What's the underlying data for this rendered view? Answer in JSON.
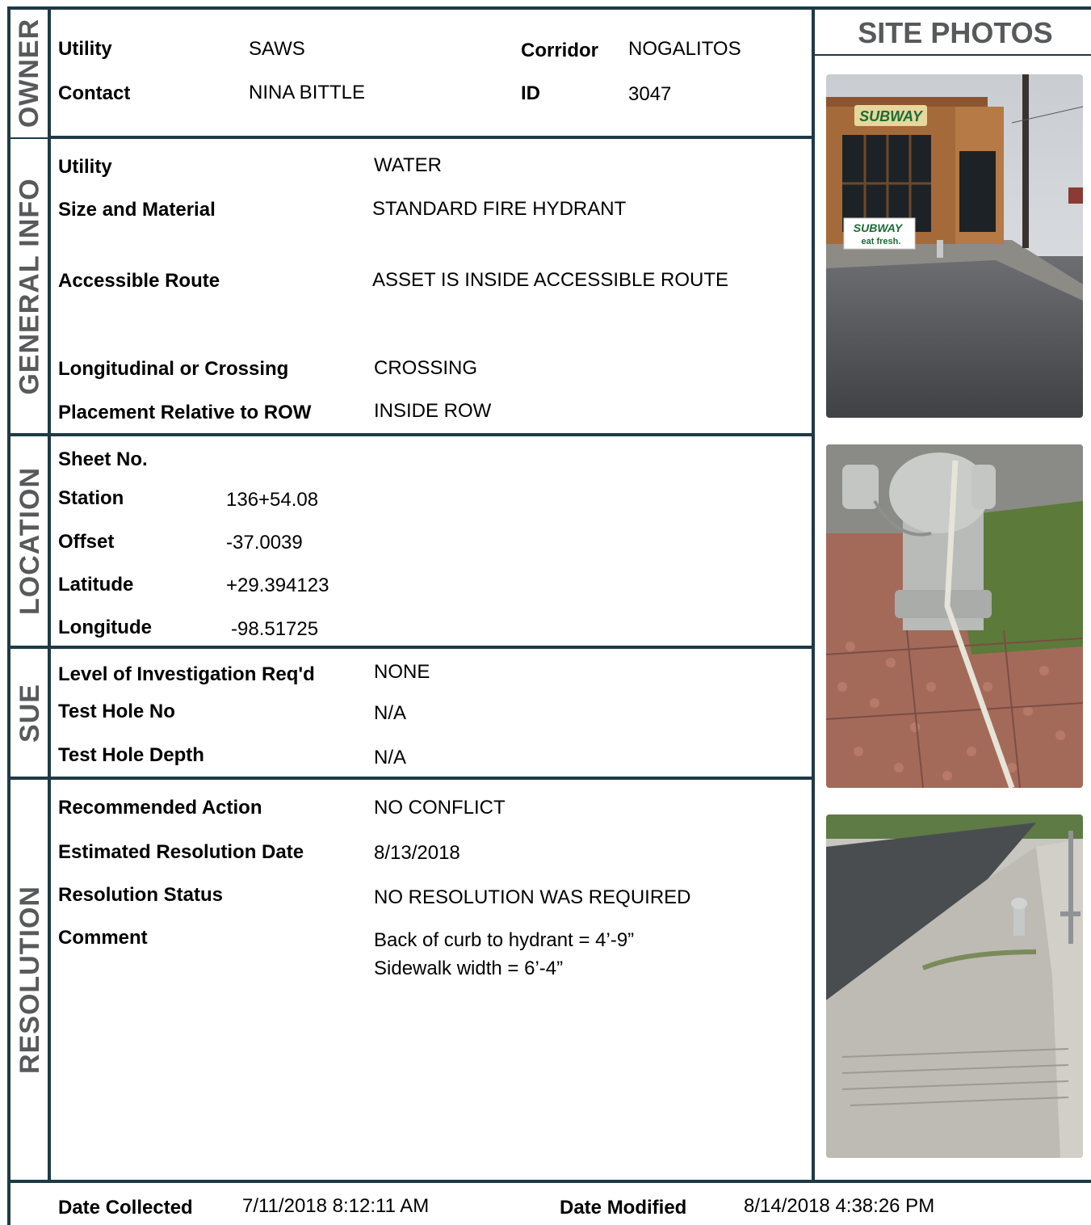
{
  "sections": {
    "owner": "OWNER",
    "general_info": "GENERAL INFO",
    "location": "LOCATION",
    "sue": "SUE",
    "resolution": "RESOLUTION"
  },
  "photos_title": "SITE PHOTOS",
  "owner": {
    "utility_label": "Utility",
    "utility_value": "SAWS",
    "corridor_label": "Corridor",
    "corridor_value": "NOGALITOS",
    "contact_label": "Contact",
    "contact_value": "NINA BITTLE",
    "id_label": "ID",
    "id_value": "3047"
  },
  "general": {
    "utility_label": "Utility",
    "utility_value": "WATER",
    "size_label": "Size and Material",
    "size_value": "STANDARD FIRE HYDRANT",
    "route_label": "Accessible Route",
    "route_value": "ASSET IS INSIDE ACCESSIBLE ROUTE",
    "long_label": "Longitudinal or Crossing",
    "long_value": "CROSSING",
    "place_label": "Placement Relative to ROW",
    "place_value": "INSIDE ROW"
  },
  "location": {
    "sheet_label": "Sheet No.",
    "station_label": "Station",
    "station_value": "136+54.08",
    "offset_label": "Offset",
    "offset_value": "-37.0039",
    "lat_label": "Latitude",
    "lat_value": "+29.394123",
    "lon_label": "Longitude",
    "lon_value": "-98.51725"
  },
  "sue": {
    "level_label": "Level of Investigation Req'd",
    "level_value": "NONE",
    "hole_label": "Test Hole No",
    "hole_value": "N/A",
    "depth_label": "Test Hole Depth",
    "depth_value": "N/A"
  },
  "resolution": {
    "action_label": "Recommended Action",
    "action_value": "NO CONFLICT",
    "date_label": "Estimated Resolution Date",
    "date_value": "8/13/2018",
    "status_label": "Resolution Status",
    "status_value": "NO RESOLUTION WAS REQUIRED",
    "comment_label": "Comment",
    "comment_line1": "Back of curb to hydrant = 4’-9”",
    "comment_line2": "Sidewalk width = 6’-4”"
  },
  "footer": {
    "collected_label": "Date Collected",
    "collected_value": "7/11/2018 8:12:11 AM",
    "modified_label": "Date Modified",
    "modified_value": "8/14/2018 4:38:26 PM"
  },
  "photo_signs": {
    "brand": "SUBWAY",
    "tagline": "eat fresh."
  },
  "colors": {
    "border": "#1e3a46",
    "section_text": "#58595b"
  }
}
